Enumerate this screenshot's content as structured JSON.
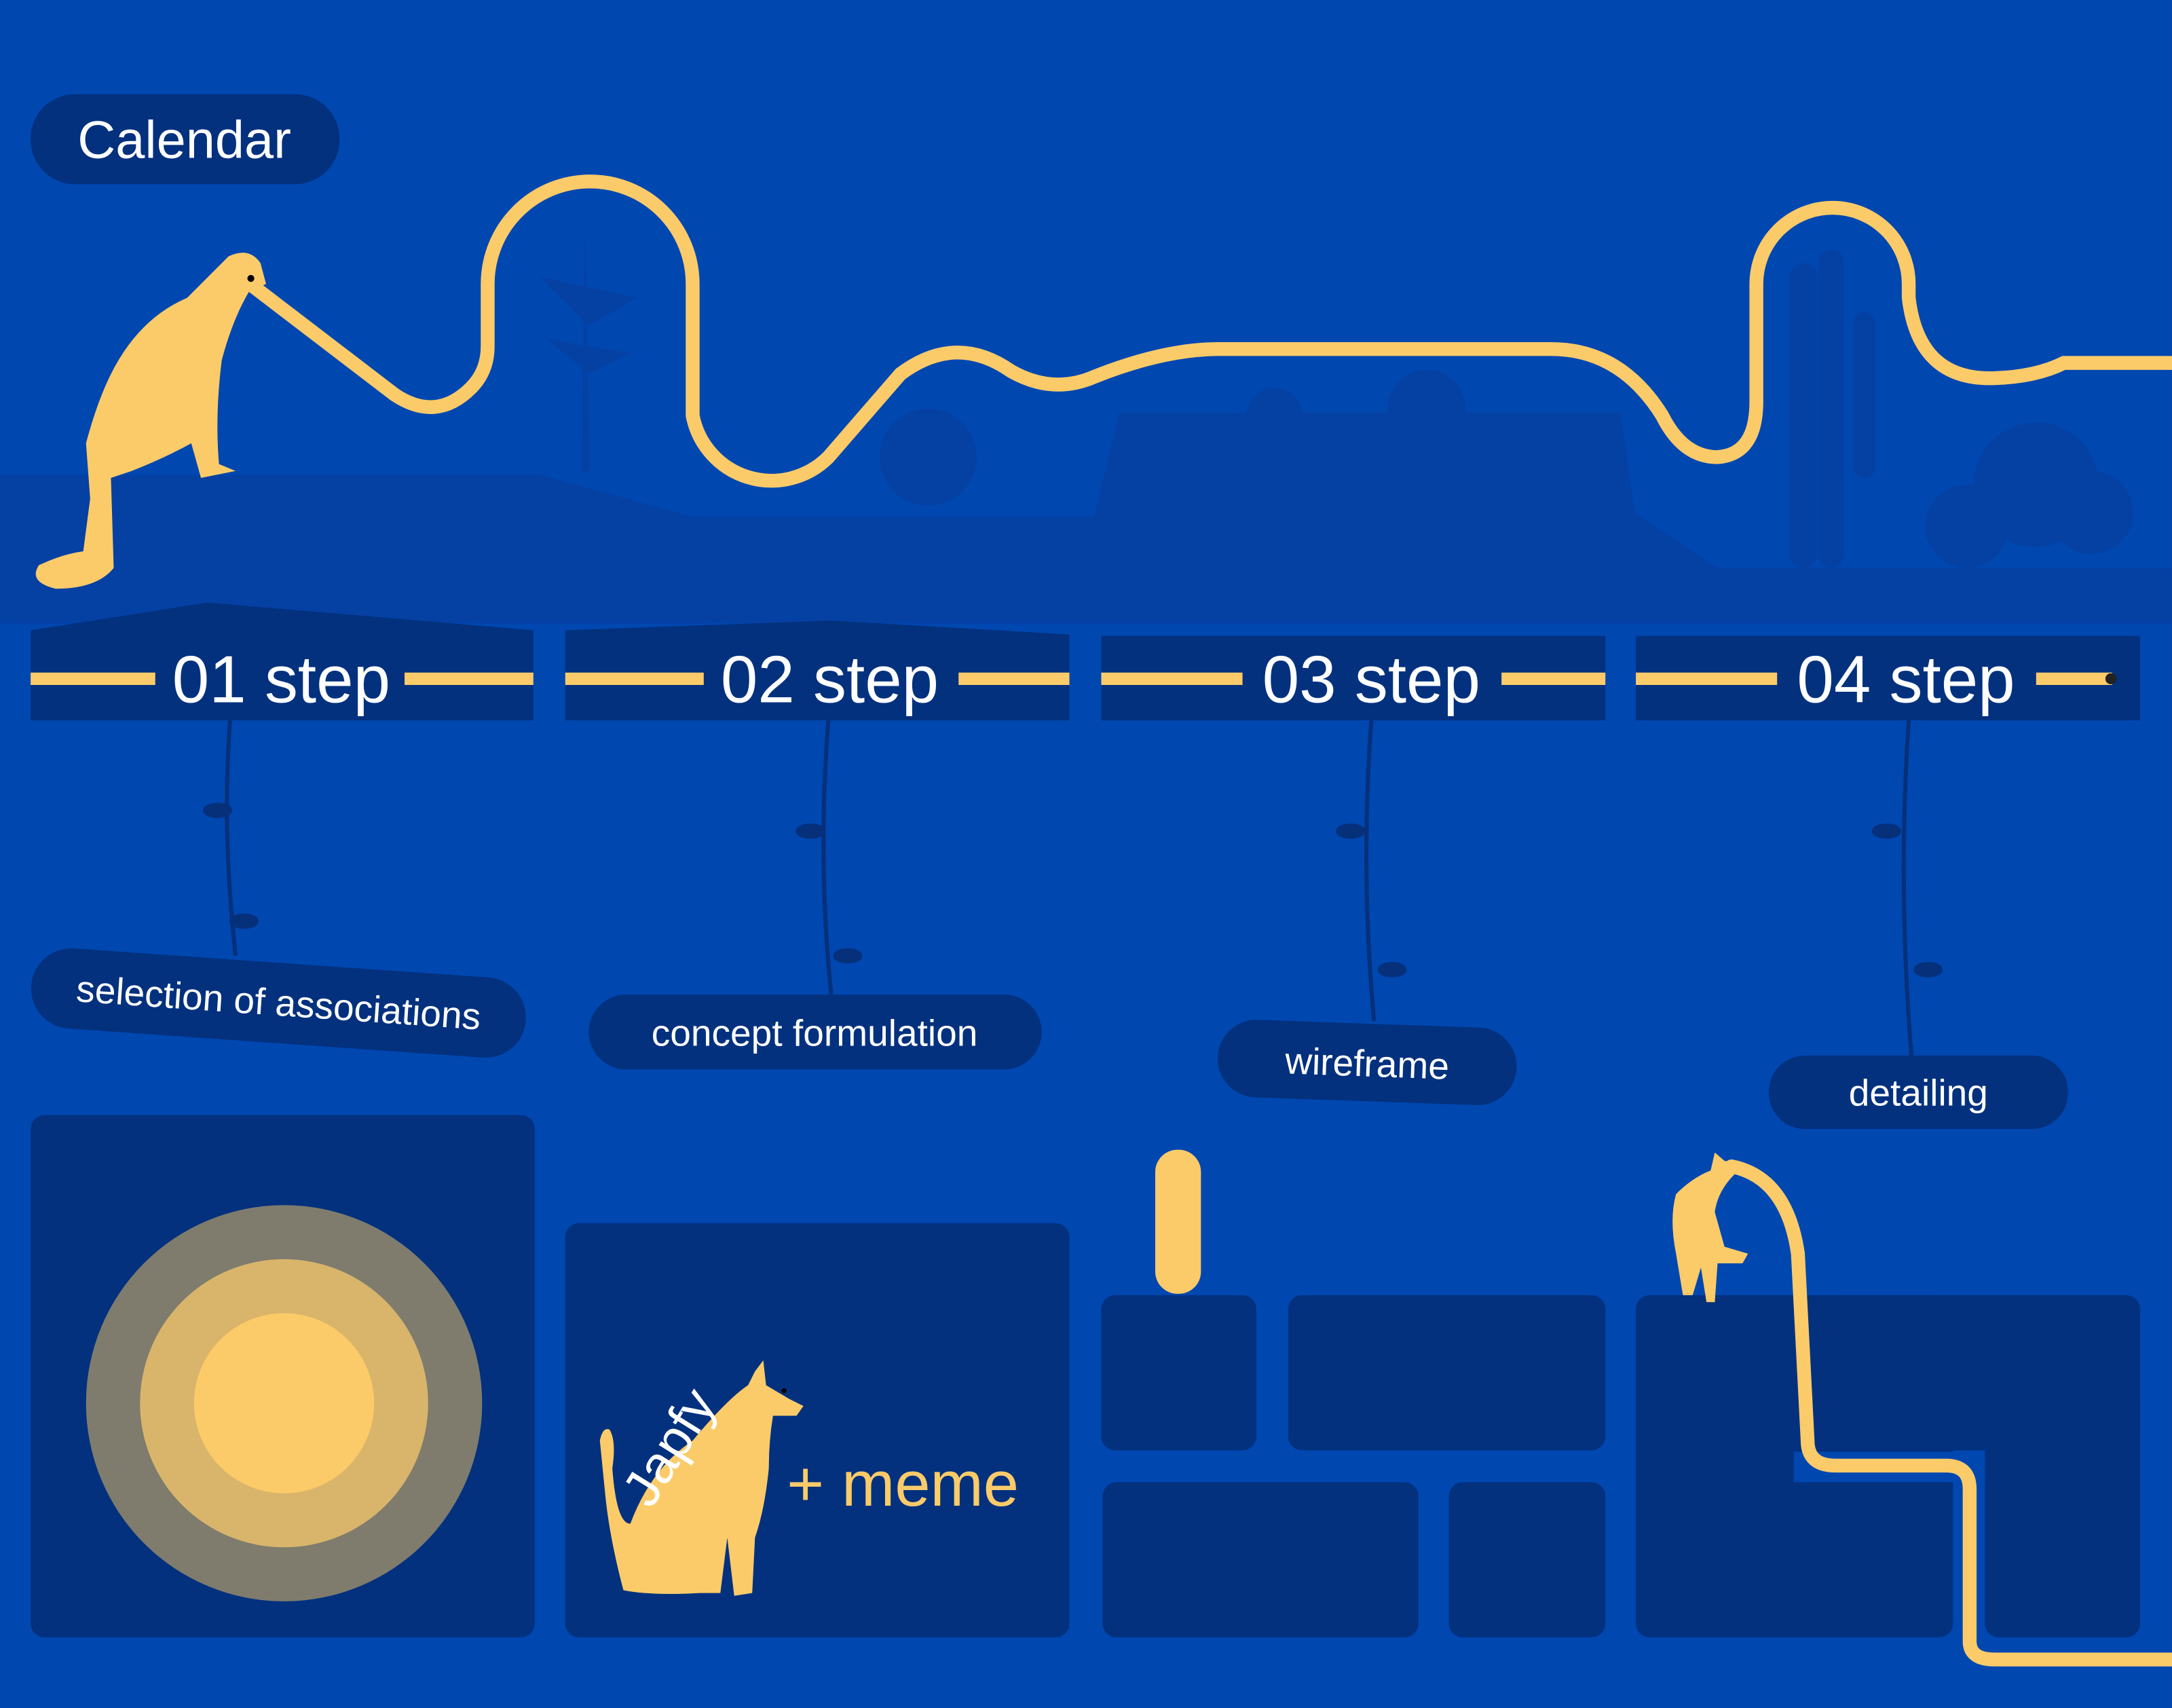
{
  "header": {
    "title": "Calendar"
  },
  "steps": [
    {
      "label": "01 step",
      "task": "selection of associations"
    },
    {
      "label": "02 step",
      "task": "concept formulation"
    },
    {
      "label": "03 step",
      "task": "wireframe"
    },
    {
      "label": "04 step",
      "task": "detailing"
    }
  ],
  "panel2": {
    "rotated_word": "Japfy",
    "caption": "+ meme"
  },
  "colors": {
    "background": "#0047b0",
    "ground": "#0540a3",
    "panel": "#03317e",
    "accent": "#fccb69",
    "sun_outer": "#7f7c6e",
    "sun_middle": "#d9b56b",
    "text": "#ffffff"
  }
}
